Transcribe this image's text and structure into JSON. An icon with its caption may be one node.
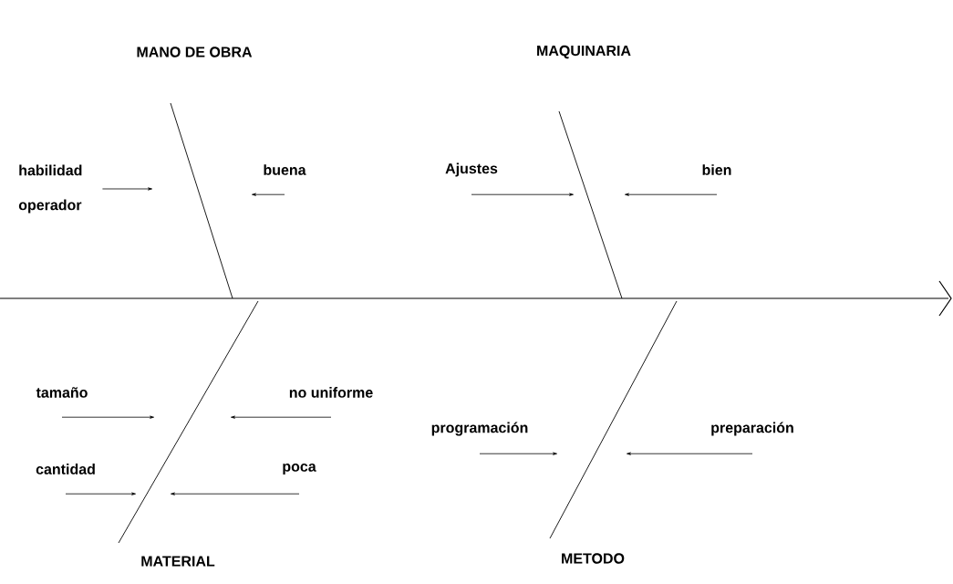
{
  "diagram": {
    "nodes": [
      {
        "text": [
          "habilidad operador"
        ]
      },
      {
        "text": [
          "buena"
        ]
      },
      {
        "text": [
          "Ajustes"
        ]
      },
      {
        "text": [
          "bien"
        ]
      },
      {
        "text": [
          "tamaño"
        ]
      },
      {
        "text": [
          "no uniforme"
        ]
      },
      {
        "text": [
          "cantidad"
        ]
      },
      {
        "text": [
          "poca"
        ]
      },
      {
        "text": [
          "programación"
        ]
      },
      {
        "text": [
          "preparación"
        ]
      }
    ],
    "edges": [
      {
        "from": 0,
        "to": null,
        "arrow": "to"
      },
      {
        "from": 1,
        "to": null,
        "arrow": "to"
      },
      {
        "from": 2,
        "to": null,
        "arrow": "to"
      },
      {
        "from": 3,
        "to": null,
        "arrow": "to"
      },
      {
        "from": 4,
        "to": null,
        "arrow": "to"
      },
      {
        "from": 5,
        "to": null,
        "arrow": "to"
      },
      {
        "from": 6,
        "to": null,
        "arrow": "to"
      },
      {
        "from": 7,
        "to": null,
        "arrow": "to"
      },
      {
        "from": 8,
        "to": null,
        "arrow": "to"
      },
      {
        "from": 9,
        "to": null,
        "arrow": "to"
      }
    ],
    "labels": [
      "MANO DE OBRA",
      "MAQUINARIA",
      "MATERIAL",
      "METODO"
    ]
  }
}
